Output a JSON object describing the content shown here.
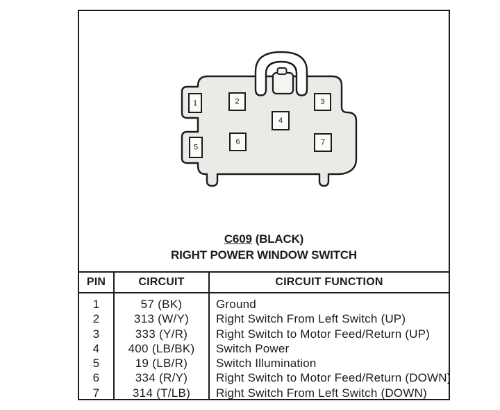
{
  "connector": {
    "id_label": "C609",
    "color_label": "(BLACK)",
    "name": "RIGHT POWER WINDOW SWITCH",
    "pin_labels": [
      "1",
      "2",
      "3",
      "4",
      "5",
      "6",
      "7"
    ]
  },
  "table": {
    "headers": [
      "PIN",
      "CIRCUIT",
      "CIRCUIT FUNCTION"
    ],
    "rows": [
      {
        "pin": "1",
        "circuit": "57 (BK)",
        "function": "Ground"
      },
      {
        "pin": "2",
        "circuit": "313 (W/Y)",
        "function": "Right Switch From Left Switch (UP)"
      },
      {
        "pin": "3",
        "circuit": "333 (Y/R)",
        "function": "Right Switch to Motor Feed/Return (UP)"
      },
      {
        "pin": "4",
        "circuit": "400 (LB/BK)",
        "function": "Switch Power"
      },
      {
        "pin": "5",
        "circuit": "19 (LB/R)",
        "function": "Switch Illumination"
      },
      {
        "pin": "6",
        "circuit": "334 (R/Y)",
        "function": "Right Switch to Motor Feed/Return (DOWN)"
      },
      {
        "pin": "7",
        "circuit": "314 (T/LB)",
        "function": "Right Switch From Left Switch (DOWN)"
      }
    ]
  },
  "colors": {
    "ink": "#1b1b1b",
    "paper": "#ffffff",
    "connector_body": "#eaeae6"
  }
}
